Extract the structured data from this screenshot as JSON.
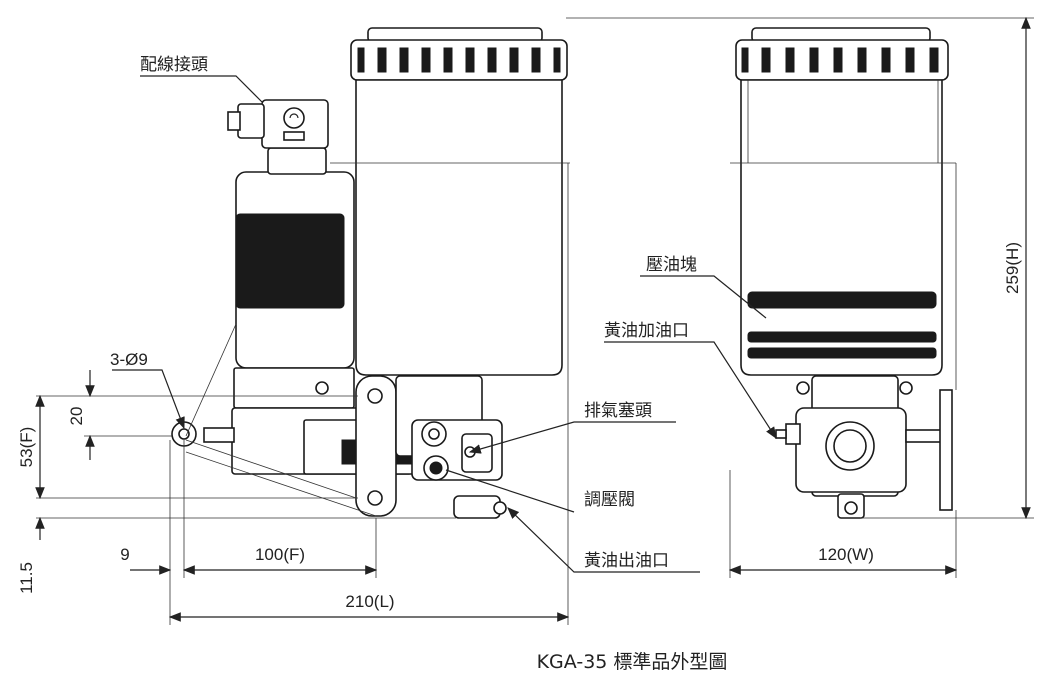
{
  "title": "KGA-35 標準品外型圖",
  "labels": {
    "connector": "配線接頭",
    "bleed_plug": "排氣塞頭",
    "pressure_valve": "調壓閥",
    "grease_outlet": "黃油出油口",
    "pressure_block": "壓油塊",
    "grease_inlet": "黃油加油口",
    "holes": "3-Ø9"
  },
  "dimensions": {
    "hole_spacing_v": "20",
    "height_f": "53(F)",
    "base_offset": "11.5",
    "edge_offset": "9",
    "hole_spacing_h": "100(F)",
    "length": "210(L)",
    "width": "120(W)",
    "height": "259(H)"
  }
}
